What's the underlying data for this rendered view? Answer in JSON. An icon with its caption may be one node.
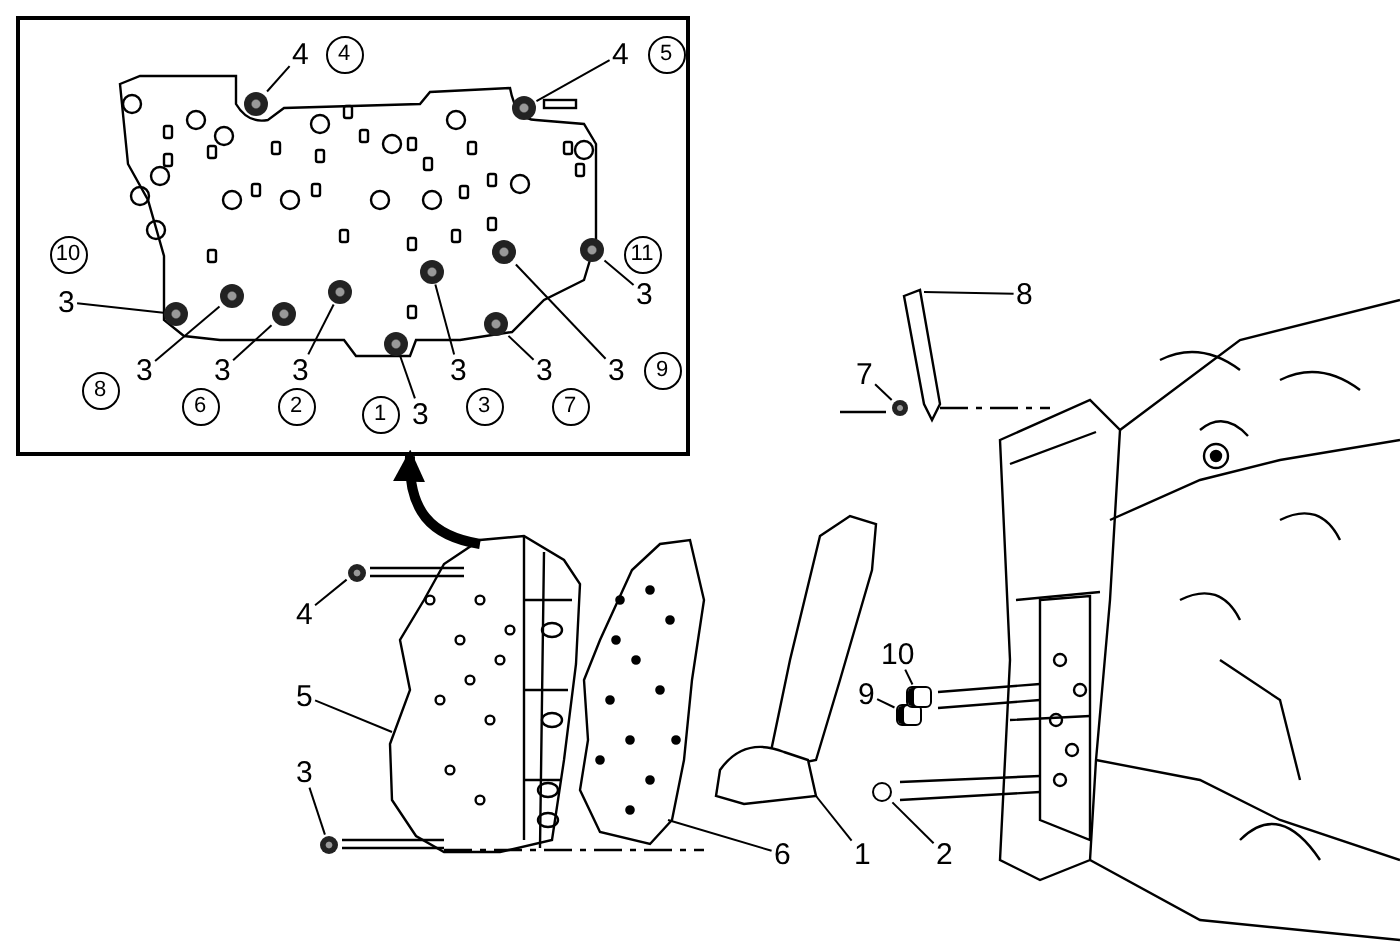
{
  "diagram": {
    "nodes": [
      {
        "text": [],
        "shape": "box"
      },
      {
        "text": [
          "4"
        ],
        "in": 0
      },
      {
        "text": [
          "4"
        ],
        "in": 0
      },
      {
        "text": [
          "4"
        ],
        "in": 0
      },
      {
        "text": [
          "5"
        ],
        "in": 0
      },
      {
        "text": [
          "10"
        ],
        "in": 0
      },
      {
        "text": [
          "11"
        ],
        "in": 0
      },
      {
        "text": [
          "3"
        ],
        "in": 0
      },
      {
        "text": [
          "3"
        ],
        "in": 0
      },
      {
        "text": [
          "3"
        ],
        "in": 0
      },
      {
        "text": [
          "3"
        ],
        "in": 0
      },
      {
        "text": [
          "3"
        ],
        "in": 0
      },
      {
        "text": [
          "3"
        ],
        "in": 0
      },
      {
        "text": [
          "3"
        ],
        "in": 0
      },
      {
        "text": [
          "3"
        ],
        "in": 0
      },
      {
        "text": [
          "8"
        ],
        "in": 0
      },
      {
        "text": [
          "6"
        ],
        "in": 0
      },
      {
        "text": [
          "2"
        ],
        "in": 0
      },
      {
        "text": [
          "1"
        ],
        "in": 0
      },
      {
        "text": [
          "3"
        ],
        "in": 0
      },
      {
        "text": [
          "3"
        ],
        "in": 0
      },
      {
        "text": [
          "7"
        ],
        "in": 0
      },
      {
        "text": [
          "9"
        ],
        "in": 0
      },
      {
        "text": [
          "8"
        ]
      },
      {
        "text": [
          "7"
        ]
      },
      {
        "text": [
          "4"
        ]
      },
      {
        "text": [
          "10"
        ]
      },
      {
        "text": [
          "9"
        ]
      },
      {
        "text": [
          "5"
        ]
      },
      {
        "text": [
          "3"
        ]
      },
      {
        "text": [
          "6"
        ]
      },
      {
        "text": [
          "1"
        ]
      },
      {
        "text": [
          "2"
        ]
      },
      {
        "text": [],
        "shape": "circle",
        "in": 0
      },
      {
        "text": [],
        "shape": "circle",
        "in": 0
      },
      {
        "text": [],
        "shape": "circle",
        "in": 0
      },
      {
        "text": [],
        "shape": "circle",
        "in": 0
      },
      {
        "text": [],
        "shape": "circle",
        "in": 0
      },
      {
        "text": [],
        "shape": "circle",
        "in": 0
      },
      {
        "text": [],
        "shape": "circle",
        "in": 0
      },
      {
        "text": [],
        "shape": "circle",
        "in": 0
      },
      {
        "text": [],
        "shape": "circle",
        "in": 0
      },
      {
        "text": [],
        "shape": "circle",
        "in": 0
      },
      {
        "text": [],
        "shape": "circle",
        "in": 0
      },
      {
        "text": [],
        "shape": "circle"
      },
      {
        "text": [],
        "shape": "circle"
      },
      {
        "text": [],
        "shape": "circle"
      },
      {
        "text": [],
        "shape": "cylinder"
      },
      {
        "text": [],
        "shape": "cylinder"
      },
      {
        "text": [],
        "shape": "circle"
      }
    ],
    "edges": [
      {
        "from": null,
        "to": 0,
        "arrow": "to",
        "style": "thick"
      },
      {
        "from": 1,
        "to": 35,
        "arrow": "none"
      },
      {
        "from": 3,
        "to": 42,
        "arrow": "none"
      },
      {
        "from": 7,
        "to": 33,
        "arrow": "none"
      },
      {
        "from": 8,
        "to": 43,
        "arrow": "none"
      },
      {
        "from": 9,
        "to": 34,
        "arrow": "none"
      },
      {
        "from": 10,
        "to": 36,
        "arrow": "none"
      },
      {
        "from": 11,
        "to": 37,
        "arrow": "none"
      },
      {
        "from": 12,
        "to": 39,
        "arrow": "none"
      },
      {
        "from": 13,
        "to": 40,
        "arrow": "none"
      },
      {
        "from": 14,
        "to": 41,
        "arrow": "none"
      },
      {
        "from": 19,
        "to": 38,
        "arrow": "none"
      },
      {
        "from": 23,
        "to": null,
        "arrow": "none"
      },
      {
        "from": 24,
        "to": 46,
        "arrow": "none"
      },
      {
        "from": 25,
        "to": 45,
        "arrow": "none"
      },
      {
        "from": 26,
        "to": 48,
        "arrow": "none"
      },
      {
        "from": 27,
        "to": 47,
        "arrow": "none"
      },
      {
        "from": 28,
        "to": null,
        "arrow": "none"
      },
      {
        "from": 29,
        "to": 44,
        "arrow": "none"
      },
      {
        "from": 30,
        "to": null,
        "arrow": "none"
      },
      {
        "from": 31,
        "to": null,
        "arrow": "none"
      },
      {
        "from": 32,
        "to": 49,
        "arrow": "none"
      }
    ]
  }
}
